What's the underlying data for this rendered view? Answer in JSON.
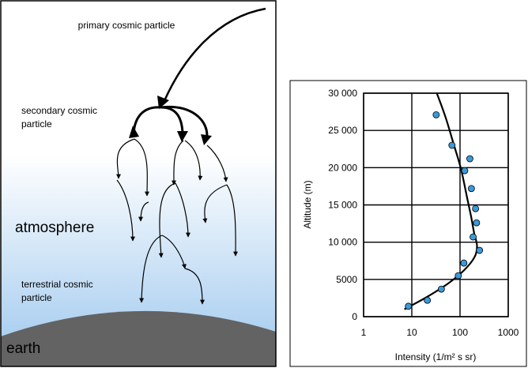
{
  "diagram": {
    "labels": {
      "primary": "primary cosmic particle",
      "secondary_line1": "secondary cosmic",
      "secondary_line2": "particle",
      "atmosphere": "atmosphere",
      "terrestrial_line1": "terrestrial cosmic",
      "terrestrial_line2": "particle",
      "earth": "earth"
    },
    "colors": {
      "sky_top": "#ffffff",
      "sky_bottom": "#9ec8ee",
      "earth": "#636363",
      "border": "#000000"
    }
  },
  "chart_data": {
    "type": "scatter",
    "title": "",
    "xlabel": "Intensity (1/m² s sr)",
    "ylabel": "Altitude (m)",
    "x_scale": "log",
    "xlim": [
      1,
      1000
    ],
    "ylim": [
      0,
      30000
    ],
    "x_ticks": [
      1,
      10,
      100,
      1000
    ],
    "x_tick_labels": [
      "1",
      "10",
      "100",
      "1000"
    ],
    "y_ticks": [
      0,
      5000,
      10000,
      15000,
      20000,
      25000,
      30000
    ],
    "y_tick_labels": [
      "0",
      "5000",
      "10 000",
      "15 000",
      "20 000",
      "25 000",
      "30 000"
    ],
    "grid": true,
    "point_color": "#3a9ad9",
    "points": [
      {
        "x": 8.5,
        "y": 1400
      },
      {
        "x": 21,
        "y": 2200
      },
      {
        "x": 41,
        "y": 3700
      },
      {
        "x": 92,
        "y": 5500
      },
      {
        "x": 120,
        "y": 7200
      },
      {
        "x": 254,
        "y": 8900
      },
      {
        "x": 187,
        "y": 10700
      },
      {
        "x": 220,
        "y": 12600
      },
      {
        "x": 210,
        "y": 14500
      },
      {
        "x": 172,
        "y": 17200
      },
      {
        "x": 125,
        "y": 19600
      },
      {
        "x": 160,
        "y": 21200
      },
      {
        "x": 68,
        "y": 23000
      },
      {
        "x": 32,
        "y": 27100
      }
    ],
    "curve": [
      {
        "x": 7,
        "y": 1000
      },
      {
        "x": 20,
        "y": 2600
      },
      {
        "x": 55,
        "y": 4400
      },
      {
        "x": 120,
        "y": 6200
      },
      {
        "x": 200,
        "y": 8000
      },
      {
        "x": 225,
        "y": 9500
      },
      {
        "x": 195,
        "y": 11300
      },
      {
        "x": 170,
        "y": 13400
      },
      {
        "x": 140,
        "y": 16000
      },
      {
        "x": 105,
        "y": 19800
      },
      {
        "x": 75,
        "y": 23000
      },
      {
        "x": 50,
        "y": 26800
      },
      {
        "x": 33,
        "y": 30000
      }
    ]
  }
}
